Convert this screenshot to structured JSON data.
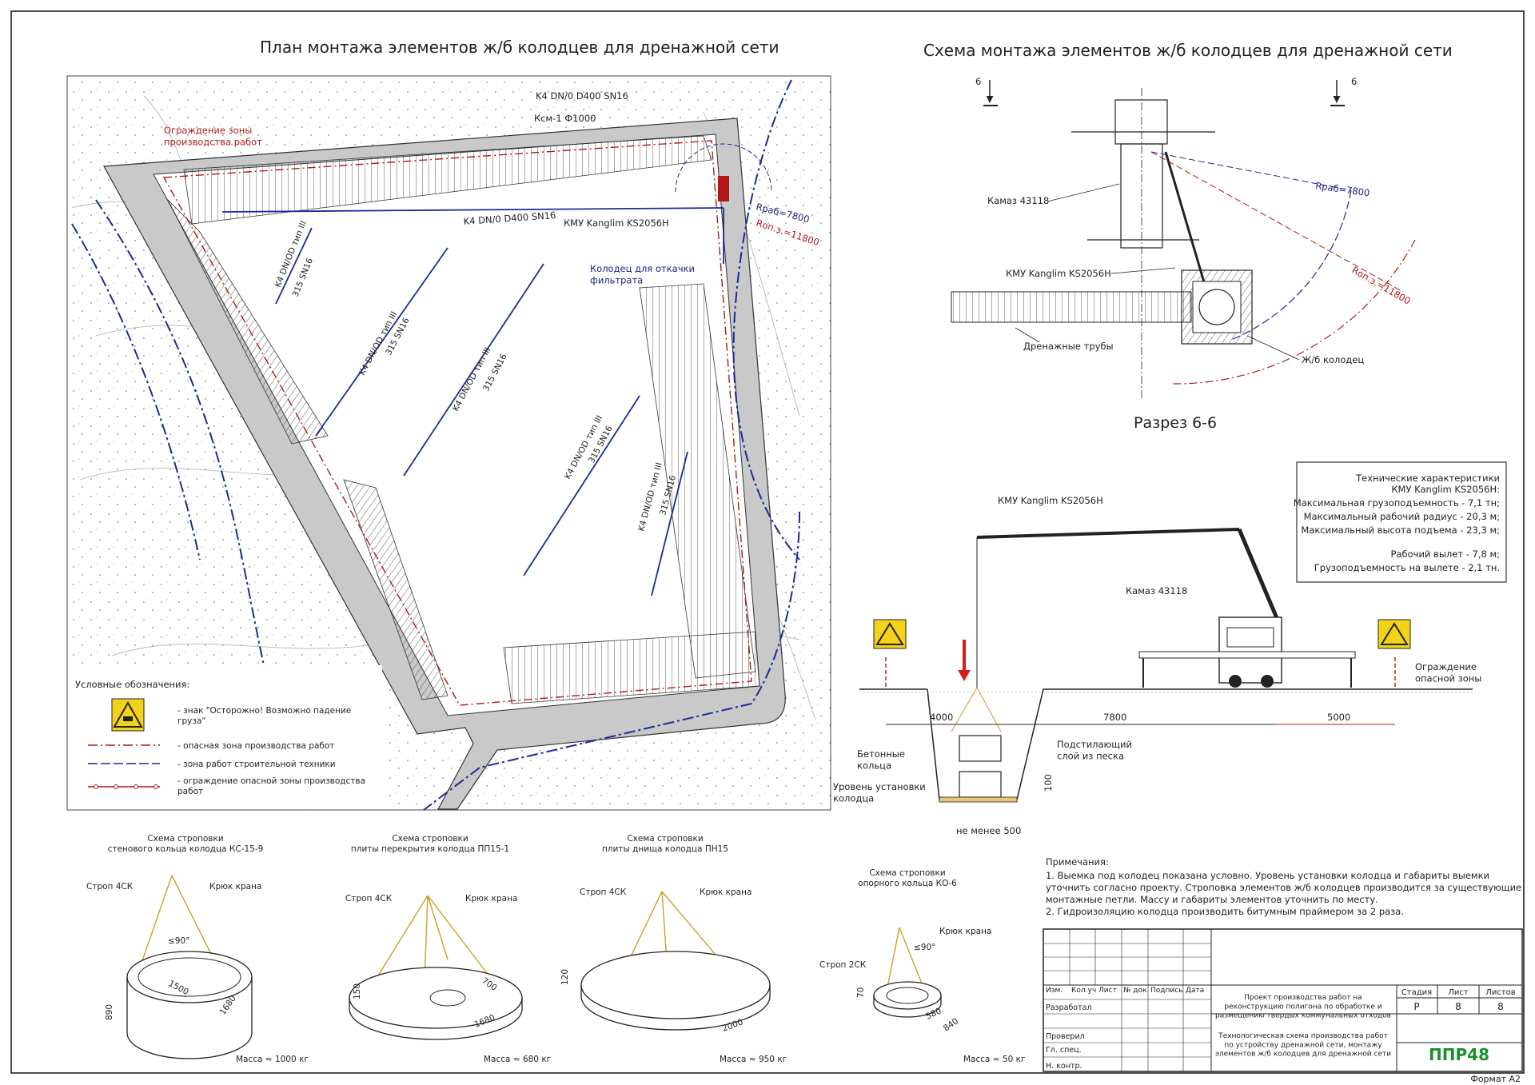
{
  "colors": {
    "pipe_blue": "#1a2a9a",
    "fence_red": "#b01818",
    "danger_zone": "#c9c9c9",
    "ppr_logo": "#1b8f2e",
    "warning_yellow": "#f3d21a"
  },
  "plan": {
    "title": "План  монтажа элементов ж/б колодцев для дренажной сети",
    "labels": {
      "k4_d400": "K4 DN/0 D400 SN16",
      "ksm": "Ксм-1 Ф1000",
      "fence": "Ограждение зоны\nпроизводства работ",
      "k4_inner": "K4 DN/0 D400 SN16",
      "kmu": "КМУ Kanglim KS2056H",
      "r_rab": "Rраб=7800",
      "r_opz": "Rоп.з.=11800",
      "well_filtrate": "Колодец для откачки\nфильтрата",
      "pipe_a1": "K4 DN/OD тип III",
      "pipe_a2": "315 SN16",
      "pipe_b1": "K4 DN/OD тип III",
      "pipe_b2": "315 SN16",
      "pipe_c1": "K4 DN/OD тип III",
      "pipe_c2": "315 SN16",
      "pipe_d1": "K4 DN/OD тип III",
      "pipe_d2": "315 SN16",
      "pipe_e1": "K4 DN/OD тип III",
      "pipe_e2": "315 SN16"
    },
    "legend": {
      "title": "Условные обозначения:",
      "items": [
        "- знак \"Осторожно! Возможно падение\nгруза\"",
        "- опасная зона производства работ",
        "- зона работ строительной техники",
        "- ограждение опасной зоны производства\nработ"
      ]
    }
  },
  "scheme": {
    "title": "Схема  монтажа элементов ж/б колодцев для дренажной сети",
    "section_mark": "6",
    "labels": {
      "kamaz": "Камаз 43118",
      "kmu": "КМУ Kanglim KS2056H",
      "r_rab": "Rраб=7800",
      "r_opz": "Rоп.з.=11800",
      "drain_pipes": "Дренажные трубы",
      "rc_well": "Ж/б колодец"
    }
  },
  "section": {
    "title": "Разрез 6-6",
    "labels": {
      "kmu": "КМУ Kanglim KS2056H",
      "kamaz": "Камаз 43118",
      "fence": "Ограждение\nопасной зоны",
      "rings": "Бетонные\nкольца",
      "sand": "Подстилающий\nслой из песка",
      "install_level": "Уровень установки\nколодца",
      "min": "не менее 500",
      "d100": "100"
    },
    "dims": [
      "4000",
      "7800",
      "5000"
    ]
  },
  "specs": {
    "title": "Технические характеристики",
    "subtitle": "КМУ Kanglim KS2056H:",
    "lines": [
      "Максимальная грузоподъемность - 7,1 тн;",
      "Максимальный рабочий радиус - 20,3 м;",
      "Максимальный высота подъема - 23,3 м;",
      "",
      "Рабочий вылет - 7,8 м;",
      "Грузоподъемность на вылете - 2,1 тн."
    ]
  },
  "slinging": [
    {
      "title": "Схема строповки\nстенового кольца колодца КС-15-9",
      "sling": "Строп 4СК",
      "hook": "Крюк крана",
      "angle": "≤90°",
      "dims": [
        "1500",
        "1680",
        "890"
      ],
      "mass": "Масса ≈ 1000 кг"
    },
    {
      "title": "Схема строповки\nплиты перекрытия колодца ПП15-1",
      "sling": "Строп 4СК",
      "hook": "Крюк крана",
      "dims": [
        "700",
        "1680",
        "150"
      ],
      "mass": "Масса ≈ 680 кг"
    },
    {
      "title": "Схема строповки\nплиты днища колодца ПН15",
      "sling": "Строп 4СК",
      "hook": "Крюк крана",
      "dims": [
        "2000",
        "120"
      ],
      "mass": "Масса ≈ 950 кг"
    },
    {
      "title": "Схема строповки\nопорного кольца КО-6",
      "sling": "Строп 2СК",
      "hook": "Крюк крана",
      "angle": "≤90°",
      "dims": [
        "580",
        "840",
        "70"
      ],
      "mass": "Масса ≈ 50 кг"
    }
  ],
  "notes": {
    "title": "Примечания:",
    "lines": [
      "1. Выемка под колодец показана условно. Уровень установки колодца и габариты выемки",
      "уточнить согласно проекту. Строповка элементов ж/б колодцев производится за существующие",
      "монтажные петли. Массу и габариты элементов уточнить по месту.",
      "2. Гидроизоляцию колодца производить битумным праймером за 2 раза."
    ]
  },
  "stamp": {
    "cols": [
      "Изм.",
      "Кол.уч",
      "Лист",
      "№ док.",
      "Подпись",
      "Дата"
    ],
    "rows": [
      "Разработал",
      "",
      "",
      "Проверил",
      "Гл. спец.",
      "",
      "Н. контр."
    ],
    "project": "Проект производства работ на\nреконструкцию полигона по обработке и\nразмещению твердых коммунальных отходов",
    "sheet_title": "Технологическая схема производства работ\nпо устройству дренажной сети, монтажу\nэлементов ж/б колодцев для дренажной сети",
    "stage_h": "Стадия",
    "sheet_h": "Лист",
    "sheets_h": "Листов",
    "stage": "Р",
    "sheet": "8",
    "sheets": "8",
    "logo": "ППР48"
  },
  "format": "Формат А2"
}
